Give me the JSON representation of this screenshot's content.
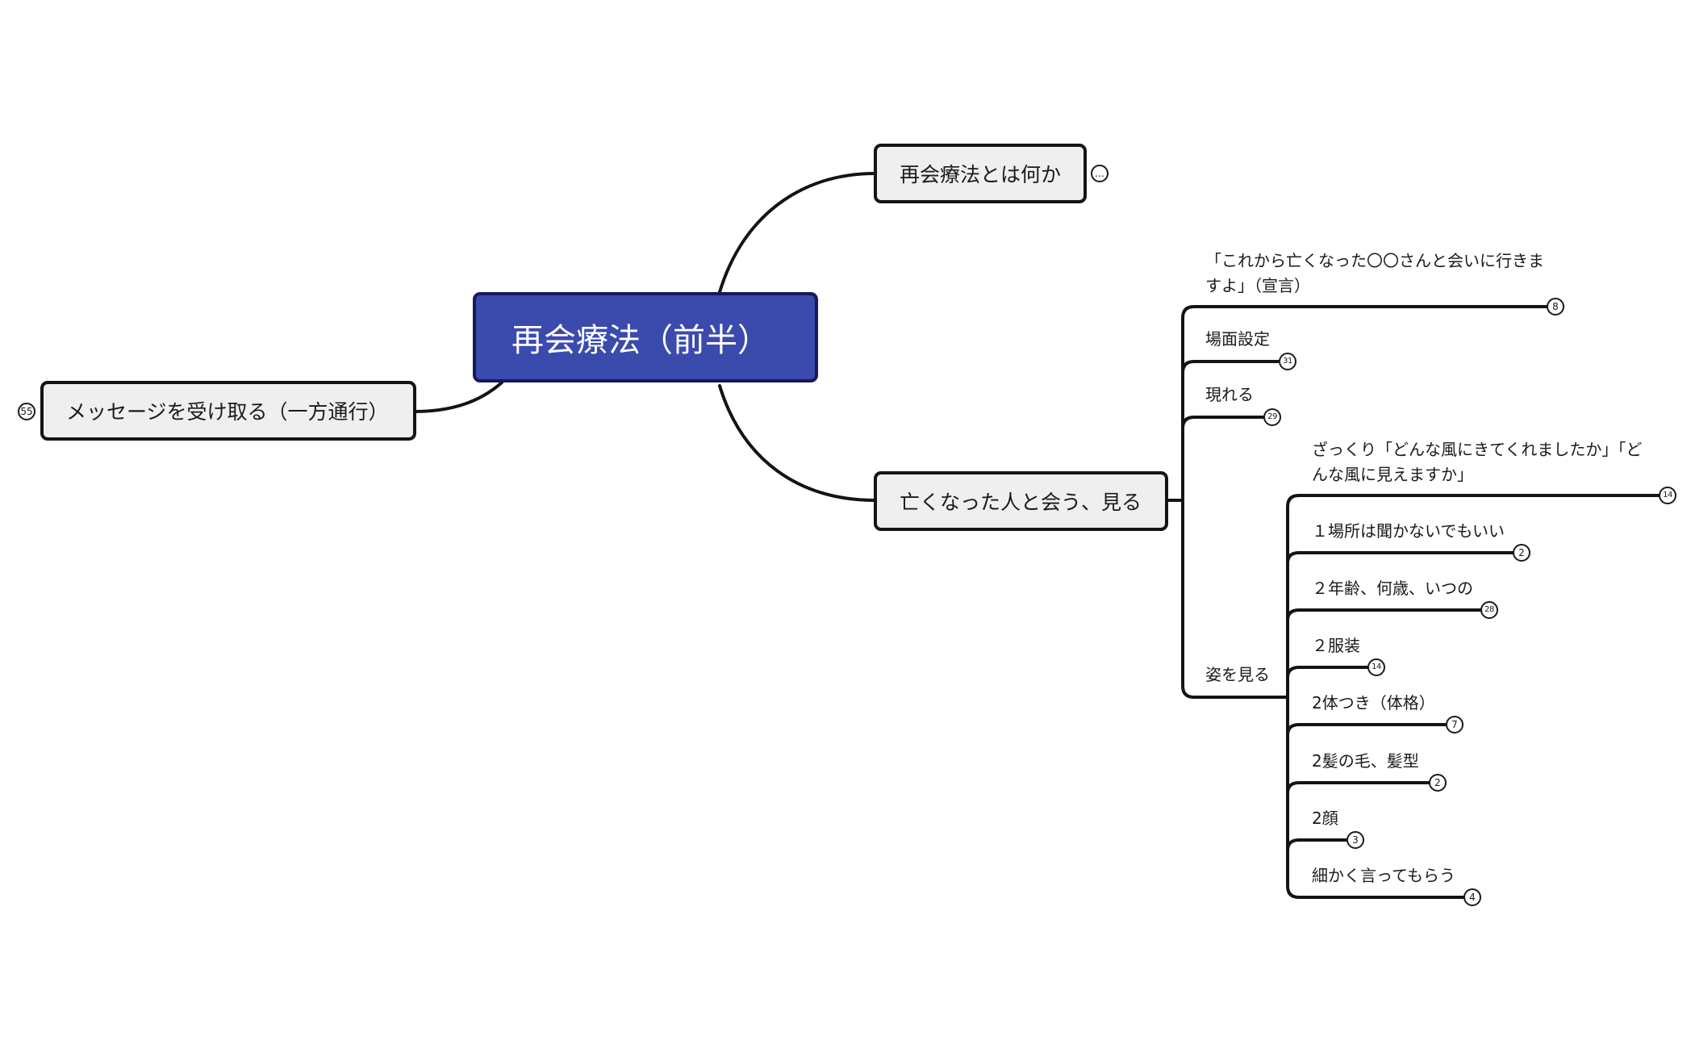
{
  "central": {
    "label": "再会療法（前半）"
  },
  "topics": {
    "what_is": {
      "label": "再会療法とは何か",
      "badge": "…"
    },
    "meet": {
      "label": "亡くなった人と会う、見る"
    },
    "message": {
      "label": "メッセージを受け取る（一方通行）",
      "badge": "55"
    }
  },
  "meet_children": [
    {
      "label_line1": "「これから亡くなった〇〇さんと会いに行きま",
      "label_line2": "すよ」（宣言）",
      "badge": "8"
    },
    {
      "label": "場面設定",
      "badge": "31"
    },
    {
      "label": "現れる",
      "badge": "29"
    },
    {
      "label": "姿を見る"
    }
  ],
  "see_children": [
    {
      "label_line1": "ざっくり「どんな風にきてくれましたか」「ど",
      "label_line2": "んな風に見えますか」",
      "badge": "14"
    },
    {
      "label": "１場所は聞かないでもいい",
      "badge": "2"
    },
    {
      "label": "２年齢、何歳、いつの",
      "badge": "28"
    },
    {
      "label": "２服装",
      "badge": "14"
    },
    {
      "label": "2体つき（体格）",
      "badge": "7"
    },
    {
      "label": "2髪の毛、髪型",
      "badge": "2"
    },
    {
      "label": "2顔",
      "badge": "3"
    },
    {
      "label": "細かく言ってもらう",
      "badge": "4"
    }
  ],
  "colors": {
    "central_fill": "#3a4aad",
    "topic_fill": "#efefef",
    "line": "#141414"
  }
}
